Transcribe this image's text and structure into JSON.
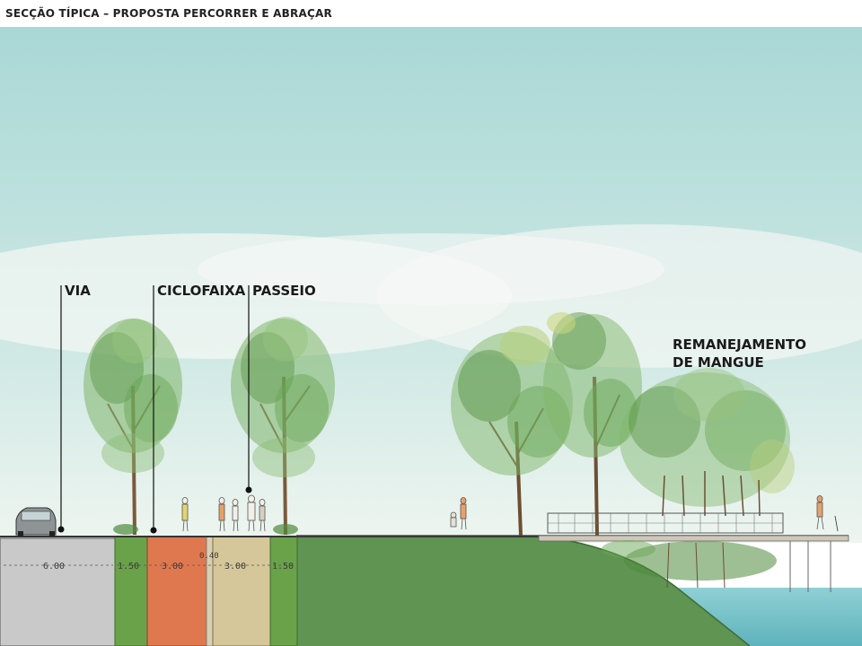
{
  "title": "SECÇÃO TÍPICA – PROPOSTA PERCORRER E ABRAÇAR",
  "callouts": {
    "via": "VIA",
    "ciclofaixa": "CICLOFAIXA",
    "passeio": "PASSEIO",
    "mangue_line1": "REMANEJAMENTO",
    "mangue_line2": "DE MANGUE"
  },
  "dimensions": {
    "via": "6.00",
    "verge_left": "1.50",
    "cycle": "3.00",
    "separator": "0.40",
    "sidewalk": "3.00",
    "verge_right": "1.50"
  },
  "colors": {
    "sky_top": "#a9d8d6",
    "sky_bottom": "#e8f2ee",
    "road": "#c9c9c9",
    "verge": "#6aa24a",
    "cycle": "#e0784f",
    "sidewalk": "#d6c79a",
    "embankment": "#5f9452",
    "water": "#6ebfc6"
  }
}
